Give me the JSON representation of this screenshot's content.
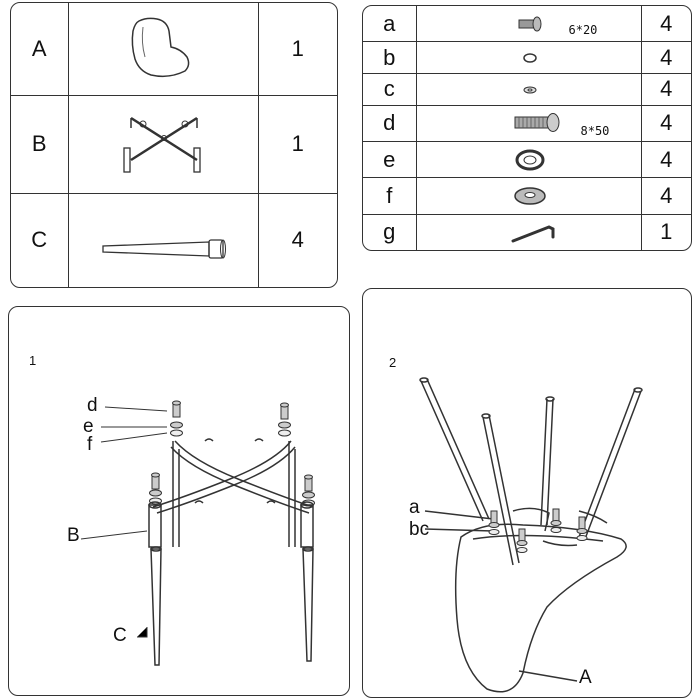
{
  "parts": [
    {
      "letter": "A",
      "qty": "1",
      "icon": "chair-shell-icon"
    },
    {
      "letter": "B",
      "qty": "1",
      "icon": "cross-frame-icon"
    },
    {
      "letter": "C",
      "qty": "4",
      "icon": "tapered-leg-icon"
    }
  ],
  "hardware": [
    {
      "letter": "a",
      "qty": "4",
      "icon": "short-bolt-icon",
      "spec": "6*20"
    },
    {
      "letter": "b",
      "qty": "4",
      "icon": "small-washer-icon",
      "spec": ""
    },
    {
      "letter": "c",
      "qty": "4",
      "icon": "small-flat-washer-icon",
      "spec": ""
    },
    {
      "letter": "d",
      "qty": "4",
      "icon": "long-bolt-icon",
      "spec": "8*50"
    },
    {
      "letter": "e",
      "qty": "4",
      "icon": "spring-washer-icon",
      "spec": ""
    },
    {
      "letter": "f",
      "qty": "4",
      "icon": "flat-washer-icon",
      "spec": ""
    },
    {
      "letter": "g",
      "qty": "1",
      "icon": "allen-key-icon",
      "spec": ""
    }
  ],
  "step1": {
    "number": "1",
    "callouts": {
      "d": "d",
      "e": "e",
      "f": "f",
      "b": "B",
      "c": "C"
    }
  },
  "step2": {
    "number": "2",
    "callouts": {
      "a": "a",
      "bc": "bc",
      "A": "A"
    }
  }
}
